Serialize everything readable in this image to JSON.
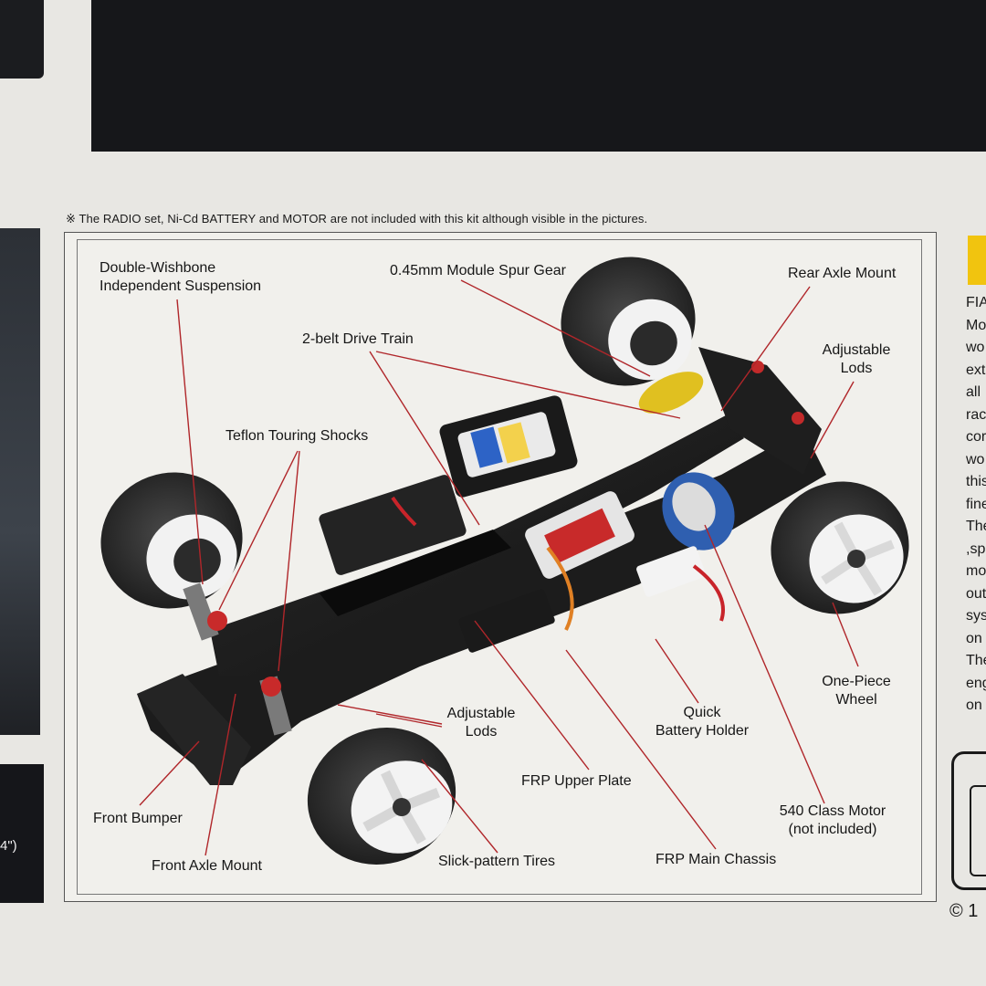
{
  "note": "※ The RADIO set, Ni-Cd BATTERY and MOTOR are not included with this kit although visible in the pictures.",
  "left_caption": "4\")",
  "labels": {
    "suspension_l1": "Double-Wishbone",
    "suspension_l2": "Independent Suspension",
    "spur_gear": "0.45mm Module Spur Gear",
    "rear_axle_mount": "Rear Axle Mount",
    "drive_train": "2-belt Drive Train",
    "adjustable_lods_rear_l1": "Adjustable",
    "adjustable_lods_rear_l2": "Lods",
    "teflon_shocks": "Teflon Touring Shocks",
    "one_piece_l1": "One-Piece",
    "one_piece_l2": "Wheel",
    "quick_battery_l1": "Quick",
    "quick_battery_l2": "Battery Holder",
    "adjustable_lods_front_l1": "Adjustable",
    "adjustable_lods_front_l2": "Lods",
    "frp_upper_plate": "FRP Upper Plate",
    "motor_l1": "540 Class Motor",
    "motor_l2": "(not included)",
    "front_bumper": "Front Bumper",
    "front_axle_mount": "Front Axle Mount",
    "slick_tires": "Slick-pattern Tires",
    "frp_main_chassis": "FRP Main Chassis"
  },
  "right_column": [
    "FIA",
    "Mo",
    "wo",
    "ext",
    "all",
    "rac",
    "cor",
    "wo",
    "this",
    "fine",
    "The",
    ",sp",
    "mo",
    "out",
    "sys",
    "on t",
    "The",
    "eng",
    "on t"
  ],
  "copyright": "© 1",
  "colors": {
    "leader_line": "#b0262a",
    "accent_yellow": "#f1c40f",
    "panel_dark": "#16171a"
  }
}
